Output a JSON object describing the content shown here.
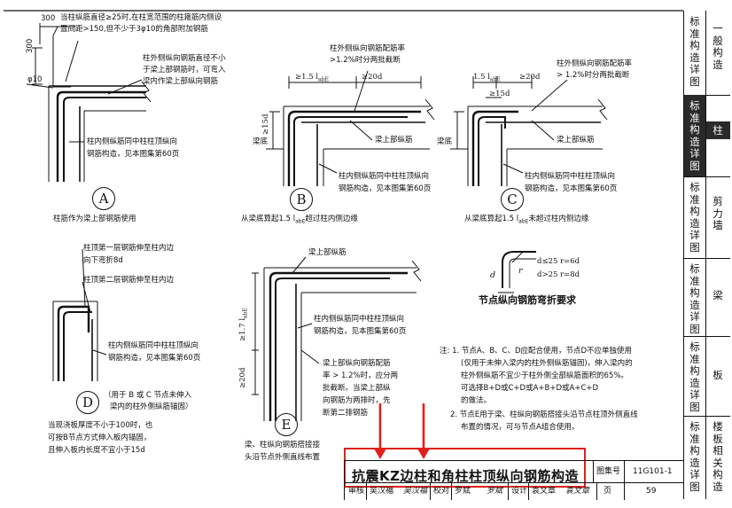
{
  "sidebar": {
    "items": [
      {
        "label_left": "标准构造详图",
        "label_right": "一般构造"
      },
      {
        "label_left": "标准构造详图",
        "label_right": "柱"
      },
      {
        "label_left": "标准构造详图",
        "label_right": "剪力墙"
      },
      {
        "label_left": "标准构造详图",
        "label_right": "梁"
      },
      {
        "label_left": "标准构造详图",
        "label_right": "板"
      },
      {
        "label_left": "标准构造详图",
        "label_right": "楼板相关构造"
      }
    ]
  },
  "title_block": {
    "title": "抗震KZ边柱和角柱柱顶纵向钢筋构造",
    "atlas_no_label": "图集号",
    "atlas_no": "11G101-1",
    "review_label": "审核",
    "review_name": "吴汉福",
    "review_sign": "吴汉福",
    "check_label": "校对",
    "check_name": "罗斌",
    "check_sign": "罗斌",
    "design_label": "设计",
    "design_name": "袁文章",
    "design_sign": "袁文章",
    "page_label": "页",
    "page_no": "59"
  },
  "detail_A": {
    "dim_300": "300",
    "dim_300_v": "300",
    "note_top": "当柱纵筋直径≥25时,在柱宽范围的柱箍筋内侧设",
    "note_top2": "置间距>150,但不少于3φ10的角部附加钢筋",
    "phi10": "φ10",
    "note_outer1": "柱外侧纵向钢筋直径不小",
    "note_outer2": "于梁上部钢筋时，可弯入",
    "note_outer3": "梁内作梁上部纵向钢筋",
    "note_inner1": "柱内侧纵筋同中柱柱顶纵向",
    "note_inner2": "钢筋构造，见本图集第60页",
    "label": "A",
    "caption": "柱筋作为梁上部钢筋使用"
  },
  "detail_B": {
    "note1": "柱外侧纵向钢筋配筋率",
    "note2": ">1.2%时分两批截断",
    "dim1": "≥1.5 l",
    "dim1_sub": "abE",
    "dim2": "≥20d",
    "dim3": "≥15d",
    "beam_bottom": "梁底",
    "beam_top_bar": "梁上部纵筋",
    "inner1": "柱内侧纵筋同中柱柱顶纵向",
    "inner2": "钢筋构造，见本图集第60页",
    "label": "B",
    "caption": "从梁底算起1.5 l",
    "caption_sub": "abE",
    "caption_end": "超过柱内侧边缘"
  },
  "detail_C": {
    "note1": "柱外侧纵向钢筋配筋率",
    "note2": "> 1.2%时分两批截断",
    "dim1": "1.5 l",
    "dim1_sub": "abE",
    "dim2": "≥20d",
    "dim3": "≥15d",
    "beam_bottom": "梁底",
    "beam_top_bar": "梁上部纵筋",
    "inner1": "柱内侧纵筋同中柱柱顶纵向",
    "inner2": "钢筋构造，见本图集第60页",
    "label": "C",
    "caption": "从梁底算起1.5 l",
    "caption_sub": "abE",
    "caption_end": "未超过柱内侧边缘"
  },
  "detail_D": {
    "note1": "柱顶第一层钢筋伸至柱内边",
    "note2": "向下弯折8d",
    "note3": "柱顶第二层钢筋伸至柱内边",
    "inner1": "柱内侧纵筋同中柱柱顶纵向",
    "inner2": "钢筋构造，见本图集第60页",
    "label": "D",
    "caption1": "（用于 B 或 C 节点未伸入",
    "caption2": "梁内的柱外侧纵筋锚固）",
    "caption3": "当现浇板厚度不小于100时，也",
    "caption4": "可按B节点方式伸入板内锚固，",
    "caption5": "且伸入板内长度不宜小于15d"
  },
  "detail_E": {
    "beam_top_bar": "梁上部纵筋",
    "inner1": "柱内侧纵筋同中柱柱顶纵向",
    "inner2": "钢筋构造，见本图集第60页",
    "dim_v1": "≥1.7 l",
    "dim_v1_sub": "abE",
    "dim_v2": "≥20d",
    "note1": "梁上部纵向钢筋配筋",
    "note2": "率 > 1.2%时，应分两",
    "note3": "批截断。当梁上部纵",
    "note4": "向钢筋为两排时，先",
    "note5": "断第二排钢筋",
    "label": "E",
    "caption1": "梁、柱纵向钢筋搭接接",
    "caption2": "头沿节点外侧直线布置"
  },
  "bend_req": {
    "d": "d",
    "r": "r",
    "cond1": "d≤25   r=6d",
    "cond2": "d>25   r=8d",
    "title": "节点纵向钢筋弯折要求"
  },
  "notes": {
    "n1a": "注: 1. 节点A、B、C、D应配合使用，节点D不应单独使用",
    "n1b": "(仅用于未伸入梁内的柱外侧纵筋锚固)，伸入梁内的",
    "n1c": "柱外侧纵筋不宜少于柱外侧全部纵筋面积的65%。",
    "n1d": "可选择B+D或C+D或A+B+D或A+C+D",
    "n1e": "的做法。",
    "n2a": "2. 节点E用于梁、柱纵向钢筋搭接头沿节点柱顶外侧直线",
    "n2b": "布置的情况，可与节点A组合使用。"
  }
}
